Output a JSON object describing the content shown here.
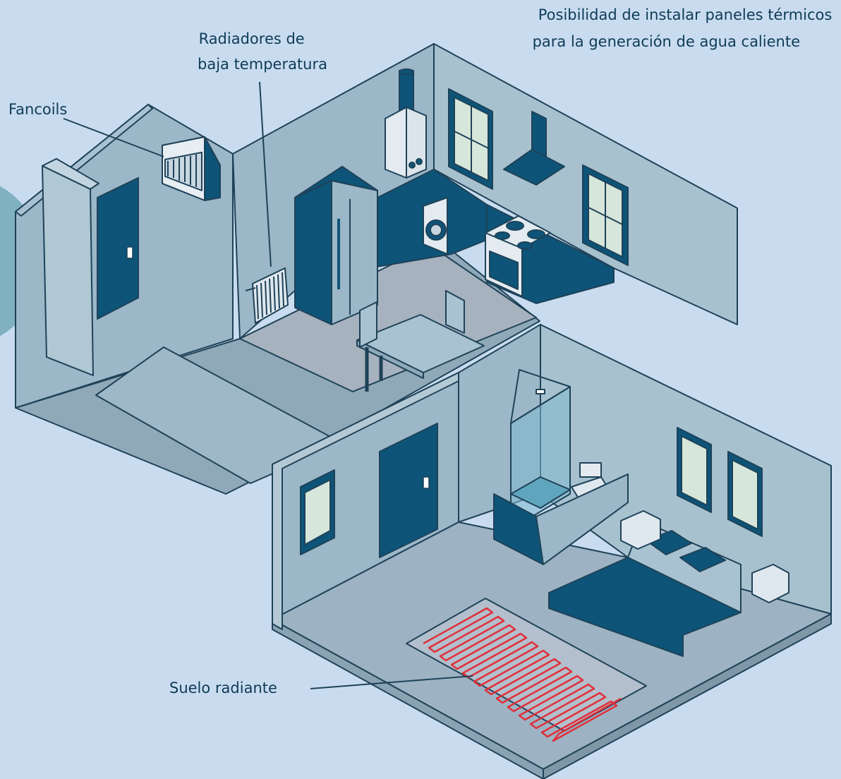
{
  "labels": {
    "fancoils": "Fancoils",
    "radiators": [
      "Radiadores de",
      "baja temperatura"
    ],
    "thermal_panels": [
      "Posibilidad de instalar paneles térmicos",
      "para la generación de agua caliente"
    ],
    "underfloor": "Suelo radiante"
  },
  "colors": {
    "background": "#c9dcef",
    "wall": "#9bb7c8",
    "wall_light": "#a9c2d1",
    "floor": "#8fa9b9",
    "dark": "#0d5478",
    "outline": "#1f4258",
    "window_glass": "#d6e6da",
    "heating_pipe": "#e0303b",
    "decor_circle": "#7fb1c0"
  }
}
